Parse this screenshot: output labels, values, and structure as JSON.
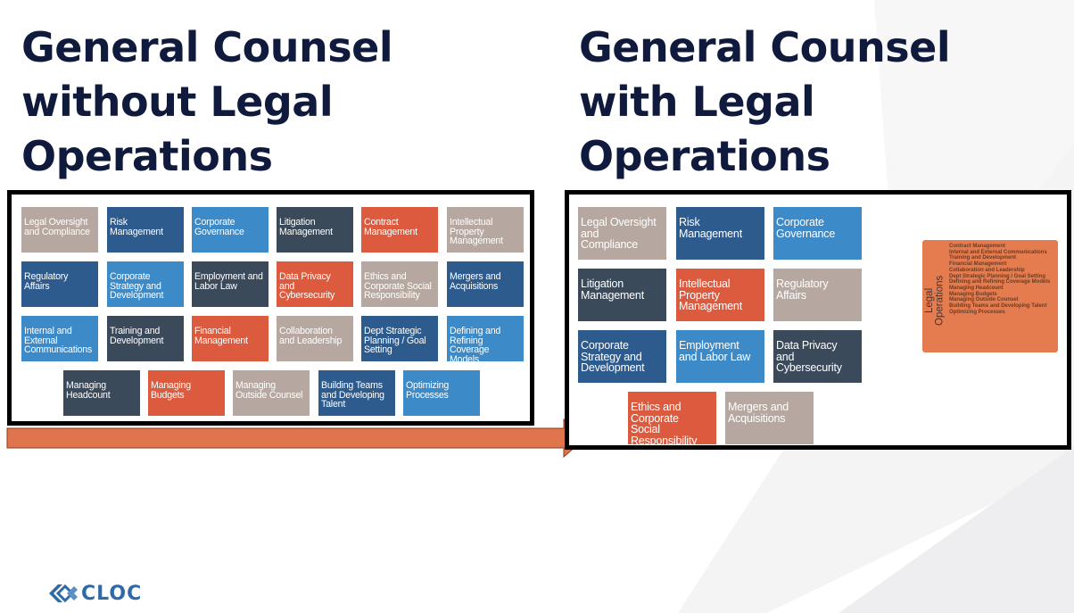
{
  "left_panel": {
    "heading_lines": [
      "General Counsel",
      "without Legal",
      "Operations"
    ],
    "tiles": [
      {
        "lines": [
          "Legal Oversight",
          "and Compliance"
        ],
        "color": "gray"
      },
      {
        "lines": [
          "Risk",
          "Management"
        ],
        "color": "navy"
      },
      {
        "lines": [
          "Corporate",
          "Governance"
        ],
        "color": "sky"
      },
      {
        "lines": [
          "Litigation",
          "Management"
        ],
        "color": "slate"
      },
      {
        "lines": [
          "Contract",
          "Management"
        ],
        "color": "red"
      },
      {
        "lines": [
          "Intellectual",
          "Property",
          "Management"
        ],
        "color": "gray"
      },
      {
        "lines": [
          "Regulatory",
          "Affairs"
        ],
        "color": "navy"
      },
      {
        "lines": [
          "Corporate",
          "Strategy and",
          "Development"
        ],
        "color": "sky"
      },
      {
        "lines": [
          "Employment and",
          "Labor Law"
        ],
        "color": "slate"
      },
      {
        "lines": [
          "Data Privacy",
          "and",
          "Cybersecurity"
        ],
        "color": "red"
      },
      {
        "lines": [
          "Ethics and",
          "Corporate Social",
          "Responsibility"
        ],
        "color": "gray"
      },
      {
        "lines": [
          "Mergers and",
          "Acquisitions"
        ],
        "color": "navy"
      },
      {
        "lines": [
          "Internal and",
          "External",
          "Communications"
        ],
        "color": "sky"
      },
      {
        "lines": [
          "Training and",
          "Development"
        ],
        "color": "slate"
      },
      {
        "lines": [
          "Financial",
          "Management"
        ],
        "color": "red"
      },
      {
        "lines": [
          "Collaboration",
          "and Leadership"
        ],
        "color": "gray"
      },
      {
        "lines": [
          "Dept Strategic",
          "Planning / Goal",
          "Setting"
        ],
        "color": "navy"
      },
      {
        "lines": [
          "Defining and",
          "Refining",
          "Coverage",
          "Models"
        ],
        "color": "sky"
      },
      {
        "lines": [
          "Managing",
          "Headcount"
        ],
        "color": "slate"
      },
      {
        "lines": [
          "Managing",
          "Budgets"
        ],
        "color": "red"
      },
      {
        "lines": [
          "Managing",
          "Outside Counsel"
        ],
        "color": "gray"
      },
      {
        "lines": [
          "Building Teams",
          "and Developing",
          "Talent"
        ],
        "color": "navy"
      },
      {
        "lines": [
          "Optimizing",
          "Processes"
        ],
        "color": "sky"
      }
    ]
  },
  "right_panel": {
    "heading_lines": [
      "General Counsel",
      "with Legal",
      "Operations"
    ],
    "tiles": [
      {
        "lines": [
          "Legal Oversight",
          "and",
          "Compliance"
        ],
        "color": "gray"
      },
      {
        "lines": [
          "Risk",
          "Management"
        ],
        "color": "navy"
      },
      {
        "lines": [
          "Corporate",
          "Governance"
        ],
        "color": "sky"
      },
      {
        "lines": [
          "Litigation",
          "Management"
        ],
        "color": "slate"
      },
      {
        "lines": [
          "Intellectual",
          "Property",
          "Management"
        ],
        "color": "red"
      },
      {
        "lines": [
          "Regulatory",
          "Affairs"
        ],
        "color": "gray"
      },
      {
        "lines": [
          "Corporate",
          "Strategy and",
          "Development"
        ],
        "color": "navy"
      },
      {
        "lines": [
          "Employment",
          "and Labor Law"
        ],
        "color": "sky"
      },
      {
        "lines": [
          "Data Privacy",
          "and",
          "Cybersecurity"
        ],
        "color": "slate"
      },
      {
        "lines": [
          "Ethics and",
          "Corporate",
          "Social",
          "Responsibility"
        ],
        "color": "red"
      },
      {
        "lines": [
          "Mergers and",
          "Acquisitions"
        ],
        "color": "gray"
      }
    ],
    "legal_ops": {
      "title_lines": [
        "Legal",
        "Operations"
      ],
      "items": [
        "Contract Management",
        "Internal and External Communications",
        "Training and Development",
        "Financial Management",
        "Collaboration and Leadership",
        "Dept Strategic Planning / Goal Setting",
        "Defining and Refining Coverage Models",
        "Managing Headcount",
        "Managing Budgets",
        "Managing Outside Counsel",
        "Building Teams and Developing Talent",
        "Optimizing Processes"
      ]
    }
  },
  "colors": {
    "gray": "#b6a8a0",
    "navy": "#2d5b8e",
    "sky": "#3d8ac8",
    "slate": "#3a4a5a",
    "red": "#dc5a3e",
    "legal_ops_box": "#e47c50",
    "arrow": "#e0744c",
    "heading": "#0f1a3c",
    "logo": "#2f6aa8"
  },
  "logo": {
    "text": "CLOC",
    "icon": "cloc-diamond-icon"
  }
}
